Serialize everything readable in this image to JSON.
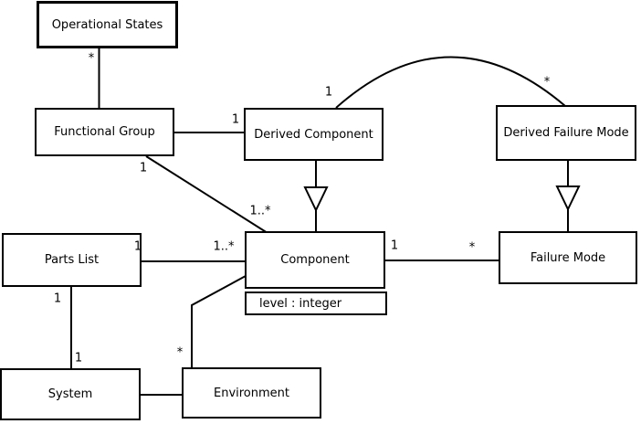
{
  "diagram": {
    "type": "uml-class-diagram",
    "classes": {
      "operational_states": {
        "name": "Operational States"
      },
      "functional_group": {
        "name": "Functional Group"
      },
      "derived_component": {
        "name": "Derived Component"
      },
      "derived_failure_mode": {
        "name": "Derived Failure Mode"
      },
      "parts_list": {
        "name": "Parts List"
      },
      "component": {
        "name": "Component",
        "attribute": "level : integer"
      },
      "failure_mode": {
        "name": "Failure Mode"
      },
      "system": {
        "name": "System"
      },
      "environment": {
        "name": "Environment"
      }
    },
    "multiplicities": {
      "os_fg_star": "*",
      "fg_dc_1": "1",
      "fg_comp_1": "1",
      "fg_comp_1many": "1..*",
      "dc_arc_1": "1",
      "dfm_arc_star": "*",
      "pl_comp_1": "1",
      "pl_comp_1many": "1..*",
      "comp_fm_1": "1",
      "comp_fm_star": "*",
      "pl_sys_1_upper": "1",
      "pl_sys_1_lower": "1",
      "env_comp_star": "*"
    },
    "relationships": [
      {
        "from": "Operational States",
        "to": "Functional Group",
        "type": "association",
        "from_mult": "*"
      },
      {
        "from": "Functional Group",
        "to": "Derived Component",
        "type": "association",
        "to_mult": "1"
      },
      {
        "from": "Functional Group",
        "to": "Component",
        "type": "association",
        "from_mult": "1",
        "to_mult": "1..*"
      },
      {
        "from": "Derived Component",
        "to": "Component",
        "type": "generalization"
      },
      {
        "from": "Derived Component",
        "to": "Derived Failure Mode",
        "type": "association",
        "from_mult": "1",
        "to_mult": "*"
      },
      {
        "from": "Derived Failure Mode",
        "to": "Failure Mode",
        "type": "generalization"
      },
      {
        "from": "Parts List",
        "to": "Component",
        "type": "association",
        "from_mult": "1",
        "to_mult": "1..*"
      },
      {
        "from": "Component",
        "to": "Failure Mode",
        "type": "association",
        "from_mult": "1",
        "to_mult": "*"
      },
      {
        "from": "Parts List",
        "to": "System",
        "type": "association",
        "from_mult": "1",
        "to_mult": "1"
      },
      {
        "from": "System",
        "to": "Environment",
        "type": "association"
      },
      {
        "from": "Environment",
        "to": "Component",
        "type": "association",
        "from_mult": "*"
      }
    ],
    "colors": {
      "line": "#000000",
      "box_border": "#000000",
      "box_fill": "#ffffff",
      "background": "#ffffff",
      "text": "#000000"
    }
  }
}
